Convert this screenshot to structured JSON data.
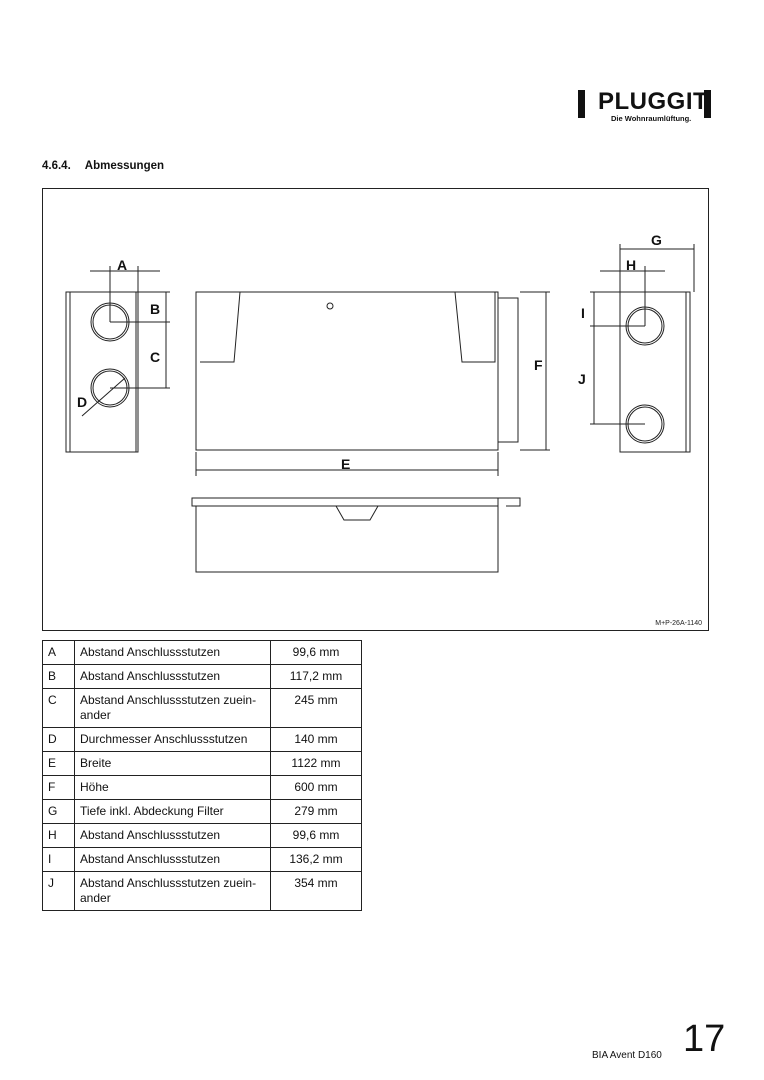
{
  "logo": {
    "brand": "PLUGGIT",
    "tagline": "Die Wohnraumlüftung."
  },
  "section": {
    "number": "4.6.4.",
    "title": "Abmessungen"
  },
  "drawing": {
    "id": "M+P-26A-1140",
    "labels": {
      "A": "A",
      "B": "B",
      "C": "C",
      "D": "D",
      "E": "E",
      "F": "F",
      "G": "G",
      "H": "H",
      "I": "I",
      "J": "J"
    }
  },
  "table": {
    "rows": [
      {
        "key": "A",
        "desc": "Abstand Anschlussstutzen",
        "value": "99,6 mm"
      },
      {
        "key": "B",
        "desc": "Abstand Anschlussstutzen",
        "value": "117,2 mm"
      },
      {
        "key": "C",
        "desc": "Abstand Anschlussstutzen zuein-ander",
        "value": "245 mm"
      },
      {
        "key": "D",
        "desc": "Durchmesser Anschlussstutzen",
        "value": "140 mm"
      },
      {
        "key": "E",
        "desc": "Breite",
        "value": "1122 mm"
      },
      {
        "key": "F",
        "desc": "Höhe",
        "value": "600 mm"
      },
      {
        "key": "G",
        "desc": "Tiefe inkl. Abdeckung Filter",
        "value": "279 mm"
      },
      {
        "key": "H",
        "desc": "Abstand Anschlussstutzen",
        "value": "99,6 mm"
      },
      {
        "key": "I",
        "desc": "Abstand Anschlussstutzen",
        "value": "136,2 mm"
      },
      {
        "key": "J",
        "desc": "Abstand Anschlussstutzen zuein-ander",
        "value": "354 mm"
      }
    ]
  },
  "footer": {
    "product": "BIA Avent D160",
    "page": "17"
  }
}
